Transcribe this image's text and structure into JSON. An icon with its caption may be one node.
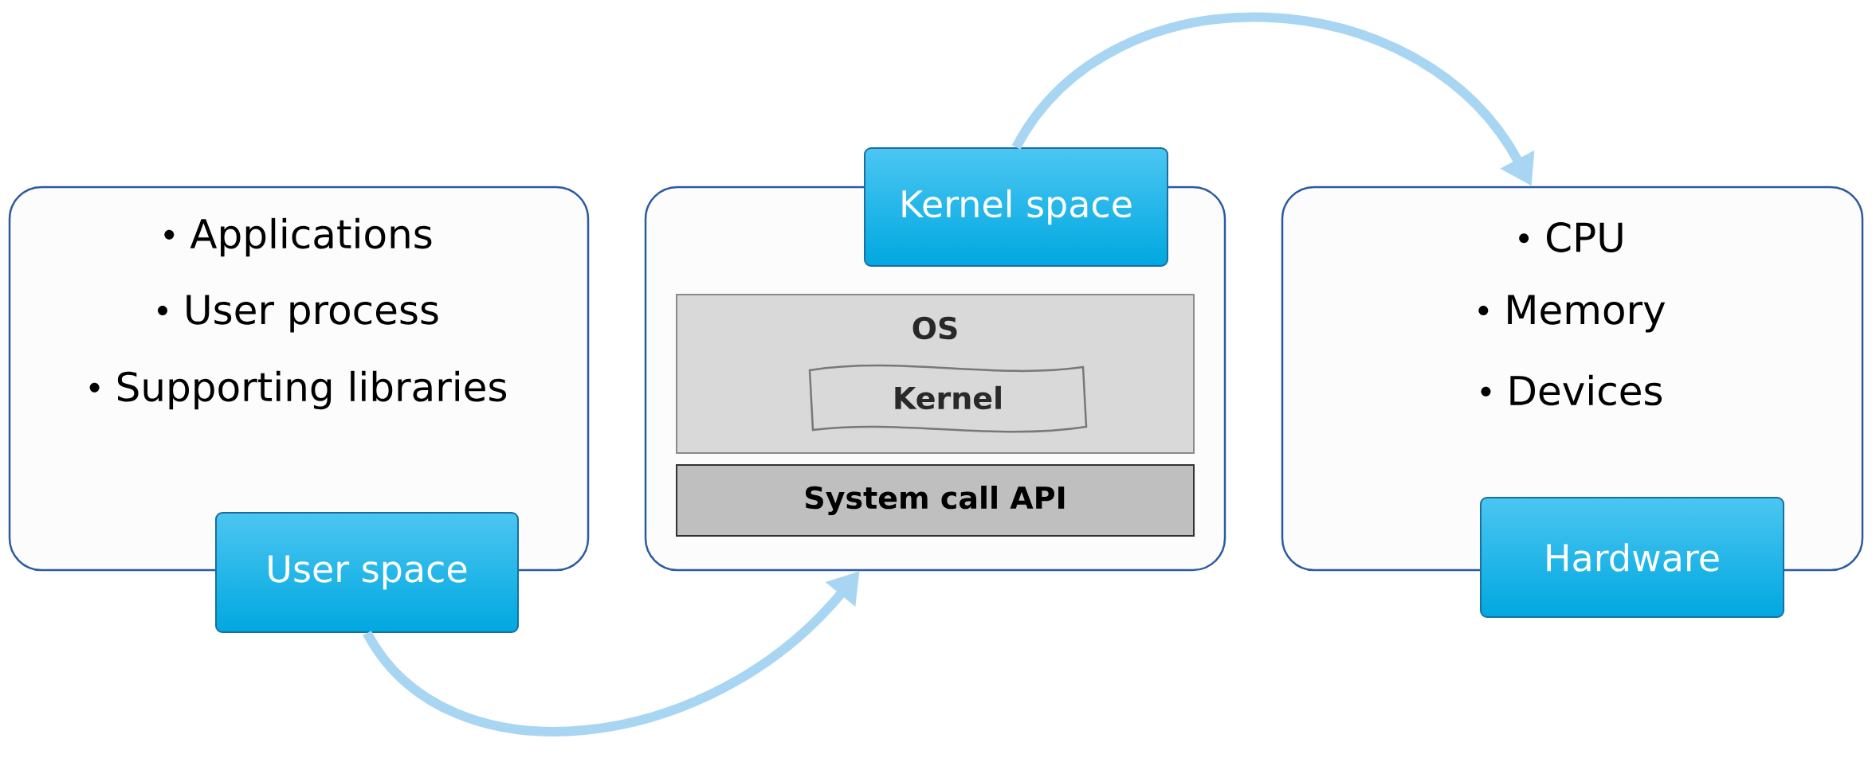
{
  "diagram": {
    "nodes": [
      {
        "text": [
          "Applications",
          "User process",
          "Supporting libraries"
        ]
      },
      {
        "text": [
          "User space"
        ]
      },
      {
        "text": [],
        "shape": "box"
      },
      {
        "text": [
          "Kernel space"
        ]
      },
      {
        "text": [
          "OS"
        ],
        "in": 2
      },
      {
        "text": [
          "Kernel"
        ],
        "in": 4
      },
      {
        "text": [
          "System call API"
        ],
        "in": 2
      },
      {
        "text": [
          "CPU",
          "Memory",
          "Devices"
        ]
      },
      {
        "text": [
          "Hardware"
        ]
      }
    ],
    "edges": [
      {
        "from": 1,
        "to": 2,
        "arrow": "to"
      },
      {
        "from": 3,
        "to": 7,
        "arrow": "to"
      }
    ]
  }
}
